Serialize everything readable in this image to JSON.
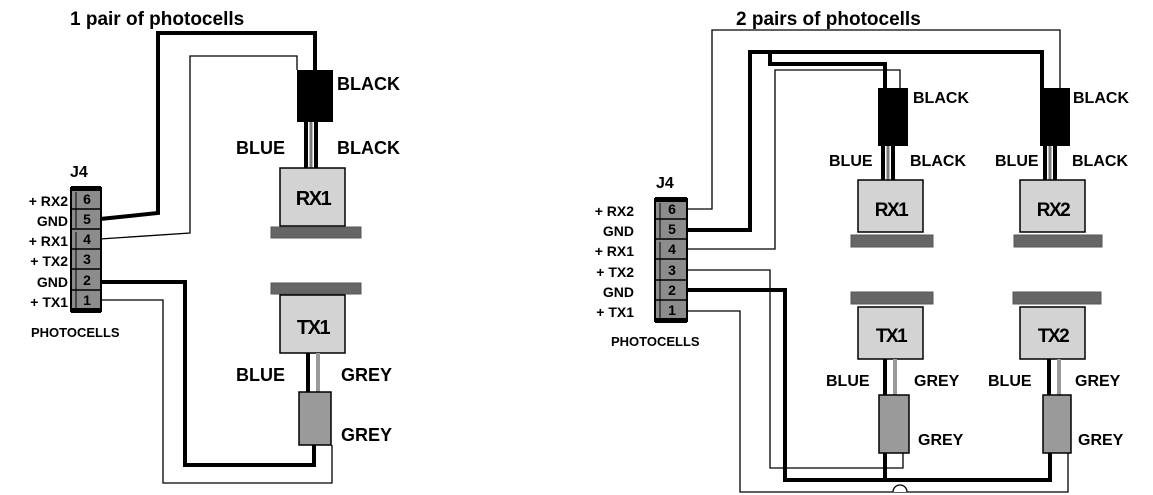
{
  "left": {
    "title": "1 pair of photocells",
    "connector": {
      "label": "J4",
      "footer": "PHOTOCELLS",
      "pins": [
        {
          "num": "6",
          "signal": "+ RX2"
        },
        {
          "num": "5",
          "signal": "GND"
        },
        {
          "num": "4",
          "signal": "+ RX1"
        },
        {
          "num": "3",
          "signal": "+ TX2"
        },
        {
          "num": "2",
          "signal": "GND"
        },
        {
          "num": "1",
          "signal": "+ TX1"
        }
      ]
    },
    "rx1": {
      "label": "RX1",
      "plug_wire": "BLACK",
      "left_wire": "BLUE",
      "right_wire": "BLACK"
    },
    "tx1": {
      "label": "TX1",
      "left_wire": "BLUE",
      "right_wire": "GREY",
      "plug_wire": "GREY"
    }
  },
  "right": {
    "title": "2 pairs of photocells",
    "connector": {
      "label": "J4",
      "footer": "PHOTOCELLS",
      "pins": [
        {
          "num": "6",
          "signal": "+ RX2"
        },
        {
          "num": "5",
          "signal": "GND"
        },
        {
          "num": "4",
          "signal": "+ RX1"
        },
        {
          "num": "3",
          "signal": "+ TX2"
        },
        {
          "num": "2",
          "signal": "GND"
        },
        {
          "num": "1",
          "signal": "+ TX1"
        }
      ]
    },
    "rx1": {
      "label": "RX1",
      "plug_wire": "BLACK",
      "left_wire": "BLUE",
      "right_wire": "BLACK"
    },
    "rx2": {
      "label": "RX2",
      "plug_wire": "BLACK",
      "left_wire": "BLUE",
      "right_wire": "BLACK"
    },
    "tx1": {
      "label": "TX1",
      "left_wire": "BLUE",
      "right_wire": "GREY",
      "plug_wire": "GREY"
    },
    "tx2": {
      "label": "TX2",
      "left_wire": "BLUE",
      "right_wire": "GREY",
      "plug_wire": "GREY"
    }
  }
}
